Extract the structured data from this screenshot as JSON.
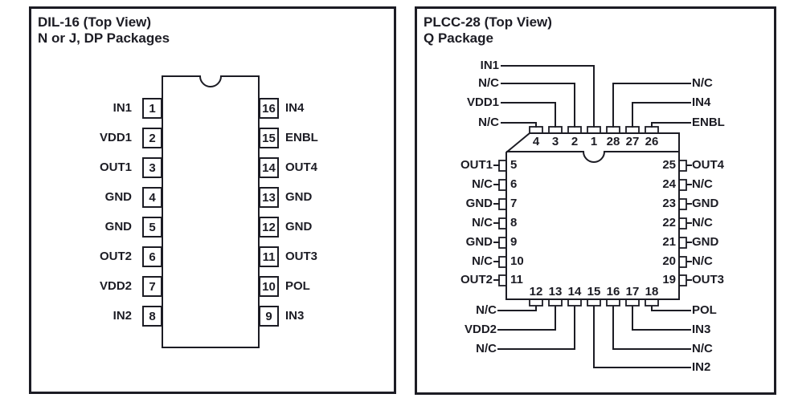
{
  "page": {
    "bg": "#ffffff",
    "ink": "#1c1c24"
  },
  "dil16": {
    "title_line1": "DIL-16 (Top View)",
    "title_line2": "N or J, DP Packages",
    "left_pins": [
      {
        "num": "1",
        "label": "IN1"
      },
      {
        "num": "2",
        "label": "VDD1"
      },
      {
        "num": "3",
        "label": "OUT1"
      },
      {
        "num": "4",
        "label": "GND"
      },
      {
        "num": "5",
        "label": "GND"
      },
      {
        "num": "6",
        "label": "OUT2"
      },
      {
        "num": "7",
        "label": "VDD2"
      },
      {
        "num": "8",
        "label": "IN2"
      }
    ],
    "right_pins": [
      {
        "num": "16",
        "label": "IN4"
      },
      {
        "num": "15",
        "label": "ENBL"
      },
      {
        "num": "14",
        "label": "OUT4"
      },
      {
        "num": "13",
        "label": "GND"
      },
      {
        "num": "12",
        "label": "GND"
      },
      {
        "num": "11",
        "label": "OUT3"
      },
      {
        "num": "10",
        "label": "POL"
      },
      {
        "num": "9",
        "label": "IN3"
      }
    ]
  },
  "plcc28": {
    "title_line1": "PLCC-28 (Top View)",
    "title_line2": "Q Package",
    "top_pins": [
      {
        "num": "4",
        "label": "N/C"
      },
      {
        "num": "3",
        "label": "VDD1"
      },
      {
        "num": "2",
        "label": "N/C"
      },
      {
        "num": "1",
        "label": "IN1"
      },
      {
        "num": "28",
        "label": "N/C"
      },
      {
        "num": "27",
        "label": "IN4"
      },
      {
        "num": "26",
        "label": "ENBL"
      }
    ],
    "left_pins": [
      {
        "num": "5",
        "label": "OUT1"
      },
      {
        "num": "6",
        "label": "N/C"
      },
      {
        "num": "7",
        "label": "GND"
      },
      {
        "num": "8",
        "label": "N/C"
      },
      {
        "num": "9",
        "label": "GND"
      },
      {
        "num": "10",
        "label": "N/C"
      },
      {
        "num": "11",
        "label": "OUT2"
      }
    ],
    "right_pins": [
      {
        "num": "25",
        "label": "OUT4"
      },
      {
        "num": "24",
        "label": "N/C"
      },
      {
        "num": "23",
        "label": "GND"
      },
      {
        "num": "22",
        "label": "N/C"
      },
      {
        "num": "21",
        "label": "GND"
      },
      {
        "num": "20",
        "label": "N/C"
      },
      {
        "num": "19",
        "label": "OUT3"
      }
    ],
    "bottom_pins": [
      {
        "num": "12",
        "label": "N/C"
      },
      {
        "num": "13",
        "label": "VDD2"
      },
      {
        "num": "14",
        "label": "N/C"
      },
      {
        "num": "15",
        "label": "IN2"
      },
      {
        "num": "16",
        "label": "N/C"
      },
      {
        "num": "17",
        "label": "IN3"
      },
      {
        "num": "18",
        "label": "POL"
      }
    ]
  }
}
